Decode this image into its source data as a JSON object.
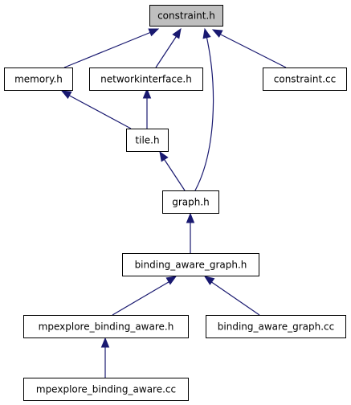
{
  "graph": {
    "edge_color": "#191970",
    "highlight_fill": "#bfbfbf",
    "nodes": [
      {
        "id": "constraint_h",
        "label": "constraint.h",
        "highlight": true
      },
      {
        "id": "memory_h",
        "label": "memory.h"
      },
      {
        "id": "networkinterface_h",
        "label": "networkinterface.h"
      },
      {
        "id": "constraint_cc",
        "label": "constraint.cc"
      },
      {
        "id": "tile_h",
        "label": "tile.h"
      },
      {
        "id": "graph_h",
        "label": "graph.h"
      },
      {
        "id": "binding_aware_graph_h",
        "label": "binding_aware_graph.h"
      },
      {
        "id": "mpexplore_binding_aware_h",
        "label": "mpexplore_binding_aware.h"
      },
      {
        "id": "binding_aware_graph_cc",
        "label": "binding_aware_graph.cc"
      },
      {
        "id": "mpexplore_binding_aware_cc",
        "label": "mpexplore_binding_aware.cc"
      }
    ],
    "edges": [
      {
        "from": "memory_h",
        "to": "constraint_h"
      },
      {
        "from": "networkinterface_h",
        "to": "constraint_h"
      },
      {
        "from": "graph_h",
        "to": "constraint_h"
      },
      {
        "from": "constraint_cc",
        "to": "constraint_h"
      },
      {
        "from": "tile_h",
        "to": "memory_h"
      },
      {
        "from": "tile_h",
        "to": "networkinterface_h"
      },
      {
        "from": "graph_h",
        "to": "tile_h"
      },
      {
        "from": "binding_aware_graph_h",
        "to": "graph_h"
      },
      {
        "from": "mpexplore_binding_aware_h",
        "to": "binding_aware_graph_h"
      },
      {
        "from": "binding_aware_graph_cc",
        "to": "binding_aware_graph_h"
      },
      {
        "from": "mpexplore_binding_aware_cc",
        "to": "mpexplore_binding_aware_h"
      }
    ]
  }
}
